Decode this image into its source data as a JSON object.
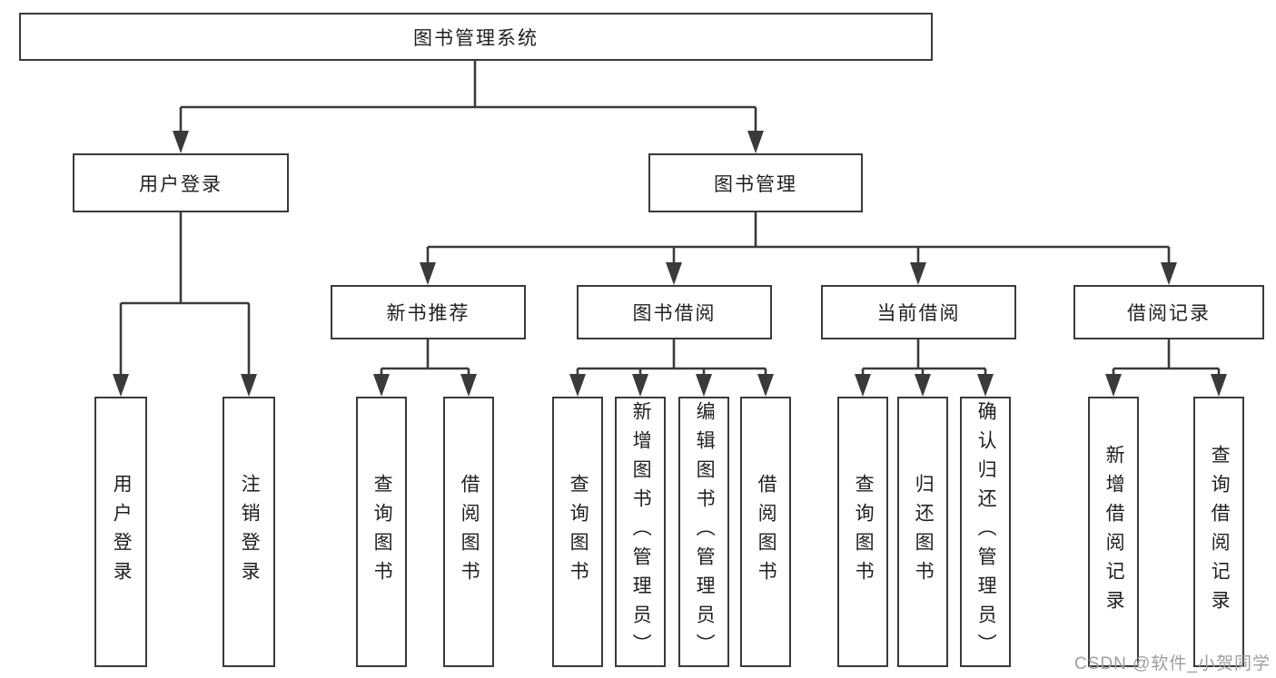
{
  "diagram_title": "图书管理系统",
  "tree": {
    "root": {
      "label": "图书管理系统"
    },
    "level2": [
      {
        "label": "用户登录"
      },
      {
        "label": "图书管理"
      }
    ],
    "level3": [
      {
        "label": "新书推荐"
      },
      {
        "label": "图书借阅"
      },
      {
        "label": "当前借阅"
      },
      {
        "label": "借阅记录"
      }
    ],
    "leaves": {
      "user_login": [
        {
          "label": "用户登录"
        },
        {
          "label": "注销登录"
        }
      ],
      "new_book_recommend": [
        {
          "label": "查询图书"
        },
        {
          "label": "借阅图书"
        }
      ],
      "book_borrow": [
        {
          "label": "查询图书"
        },
        {
          "label": "新增图书（管理员）"
        },
        {
          "label": "编辑图书（管理员）"
        },
        {
          "label": "借阅图书"
        }
      ],
      "current_borrow": [
        {
          "label": "查询图书"
        },
        {
          "label": "归还图书"
        },
        {
          "label": "确认归还（管理员）"
        }
      ],
      "borrow_records": [
        {
          "label": "新增借阅记录"
        },
        {
          "label": "查询借阅记录"
        }
      ]
    }
  },
  "watermark": {
    "text": "CSDN @软件_小贺同学"
  },
  "colors": {
    "line": "#3a3a3a",
    "text": "#1f1f1f",
    "background": "#ffffff",
    "watermark": "#9e9e9e"
  }
}
